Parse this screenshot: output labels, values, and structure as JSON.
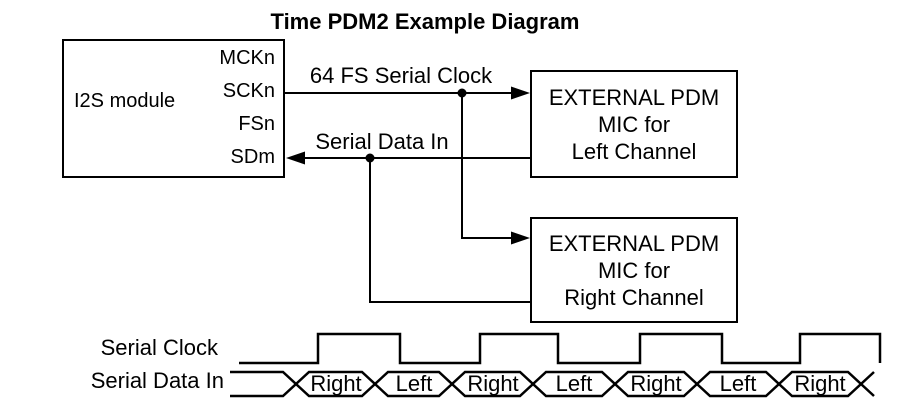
{
  "title": "Time PDM2 Example Diagram",
  "diagram": {
    "i2s": {
      "label": "I2S module",
      "pins": [
        "MCKn",
        "SCKn",
        "FSn",
        "SDm"
      ]
    },
    "left_mic": {
      "line1": "EXTERNAL PDM",
      "line2": "MIC for",
      "line3": "Left Channel"
    },
    "right_mic": {
      "line1": "EXTERNAL PDM",
      "line2": "MIC for",
      "line3": "Right Channel"
    },
    "clock_wire_label": "64 FS Serial Clock",
    "data_wire_label": "Serial Data In"
  },
  "timing": {
    "clock_label": "Serial Clock",
    "data_label": "Serial Data In",
    "cells": [
      "Right",
      "Left",
      "Right",
      "Left",
      "Right",
      "Left",
      "Right"
    ]
  },
  "colors": {
    "line": "#000000",
    "background": "#ffffff",
    "text": "#000000"
  }
}
